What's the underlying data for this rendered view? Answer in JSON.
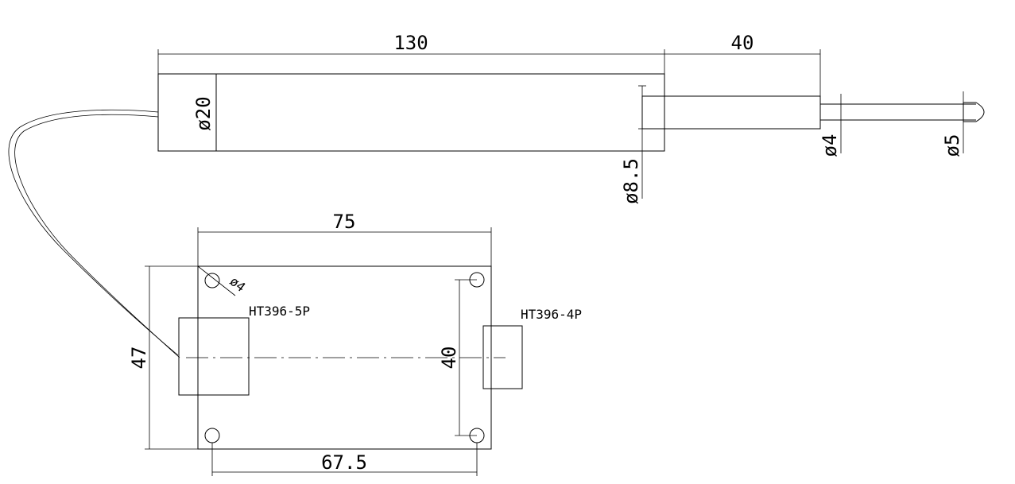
{
  "sensor": {
    "length_dim": "130",
    "probe_length_dim": "40",
    "body_dia_dim": "ø20",
    "bore_dia_dim": "ø8.5",
    "rod_dia_dim": "ø4",
    "tip_dia_dim": "ø5"
  },
  "board": {
    "width_dim": "75",
    "height_dim": "47",
    "hole_dim": "ø4",
    "hole_spacing_v_dim": "40",
    "hole_spacing_h_dim": "67.5",
    "connector_left": "HT396-5P",
    "connector_right": "HT396-4P"
  }
}
